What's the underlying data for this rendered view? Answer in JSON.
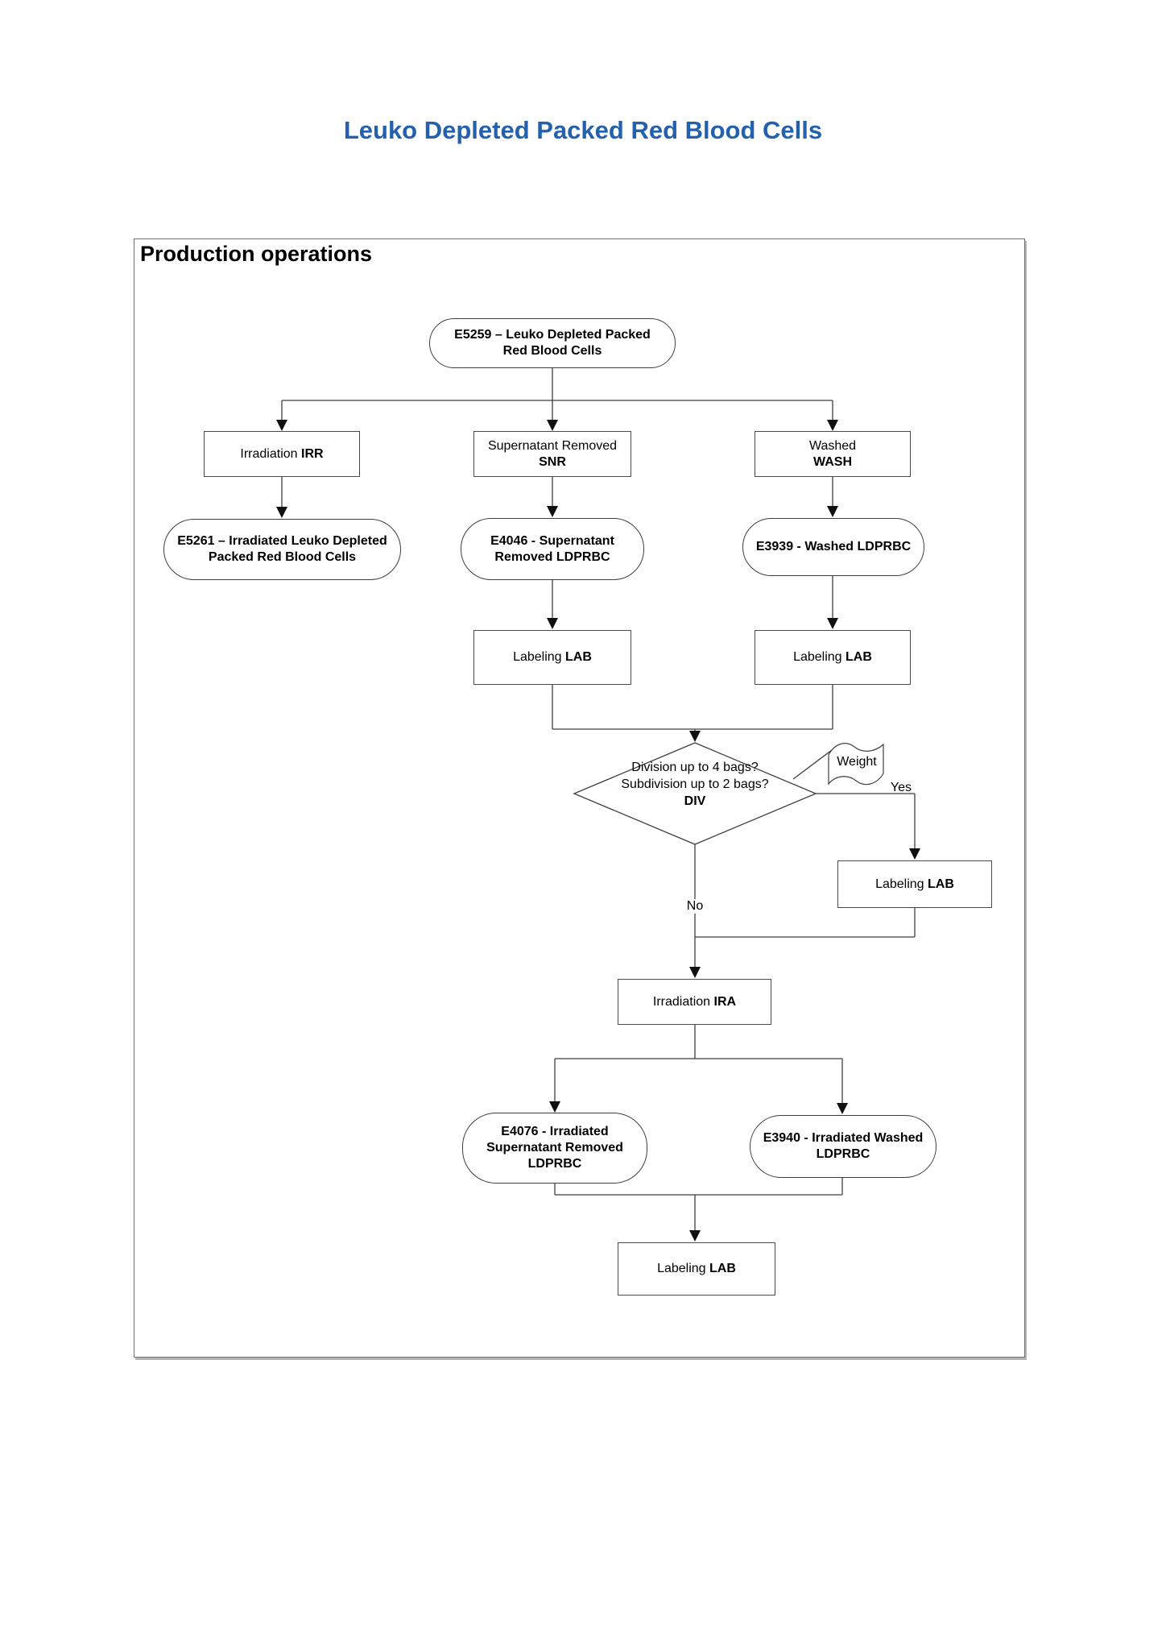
{
  "page": {
    "title": "Leuko Depleted Packed Red Blood Cells",
    "title_color": "#2361AE"
  },
  "section": {
    "heading": "Production operations"
  },
  "nodes": {
    "e5259": {
      "type": "terminator",
      "lines": [
        "E5259 – Leuko Depleted Packed",
        "Red Blood Cells"
      ]
    },
    "irr": {
      "type": "process",
      "label": "Irradiation",
      "code": "IRR"
    },
    "snr": {
      "type": "process",
      "label": "Supernatant Removed",
      "code": "SNR"
    },
    "wash": {
      "type": "process",
      "label": "Washed",
      "code": "WASH"
    },
    "e5261": {
      "type": "terminator",
      "lines": [
        "E5261 – Irradiated Leuko Depleted",
        "Packed Red Blood Cells"
      ]
    },
    "e4046": {
      "type": "terminator",
      "lines": [
        "E4046 - Supernatant",
        "Removed LDPRBC"
      ]
    },
    "e3939": {
      "type": "terminator",
      "lines": [
        "E3939 - Washed LDPRBC"
      ]
    },
    "lab_snr": {
      "type": "process",
      "label": "Labeling",
      "code": "LAB"
    },
    "lab_wash": {
      "type": "process",
      "label": "Labeling",
      "code": "LAB"
    },
    "decision": {
      "type": "decision",
      "lines": [
        "Division up to 4 bags?",
        "Subdivision up to 2 bags?"
      ],
      "code": "DIV"
    },
    "weight": {
      "type": "document",
      "label": "Weight"
    },
    "lab_yes": {
      "type": "process",
      "label": "Labeling",
      "code": "LAB"
    },
    "ira": {
      "type": "process",
      "label": "Irradiation",
      "code": "IRA"
    },
    "e4076": {
      "type": "terminator",
      "lines": [
        "E4076 - Irradiated",
        "Supernatant Removed",
        "LDPRBC"
      ]
    },
    "e3940": {
      "type": "terminator",
      "lines": [
        "E3940 - Irradiated Washed",
        "LDPRBC"
      ]
    },
    "lab_final": {
      "type": "process",
      "label": "Labeling",
      "code": "LAB"
    }
  },
  "edge_labels": {
    "yes": "Yes",
    "no": "No"
  }
}
